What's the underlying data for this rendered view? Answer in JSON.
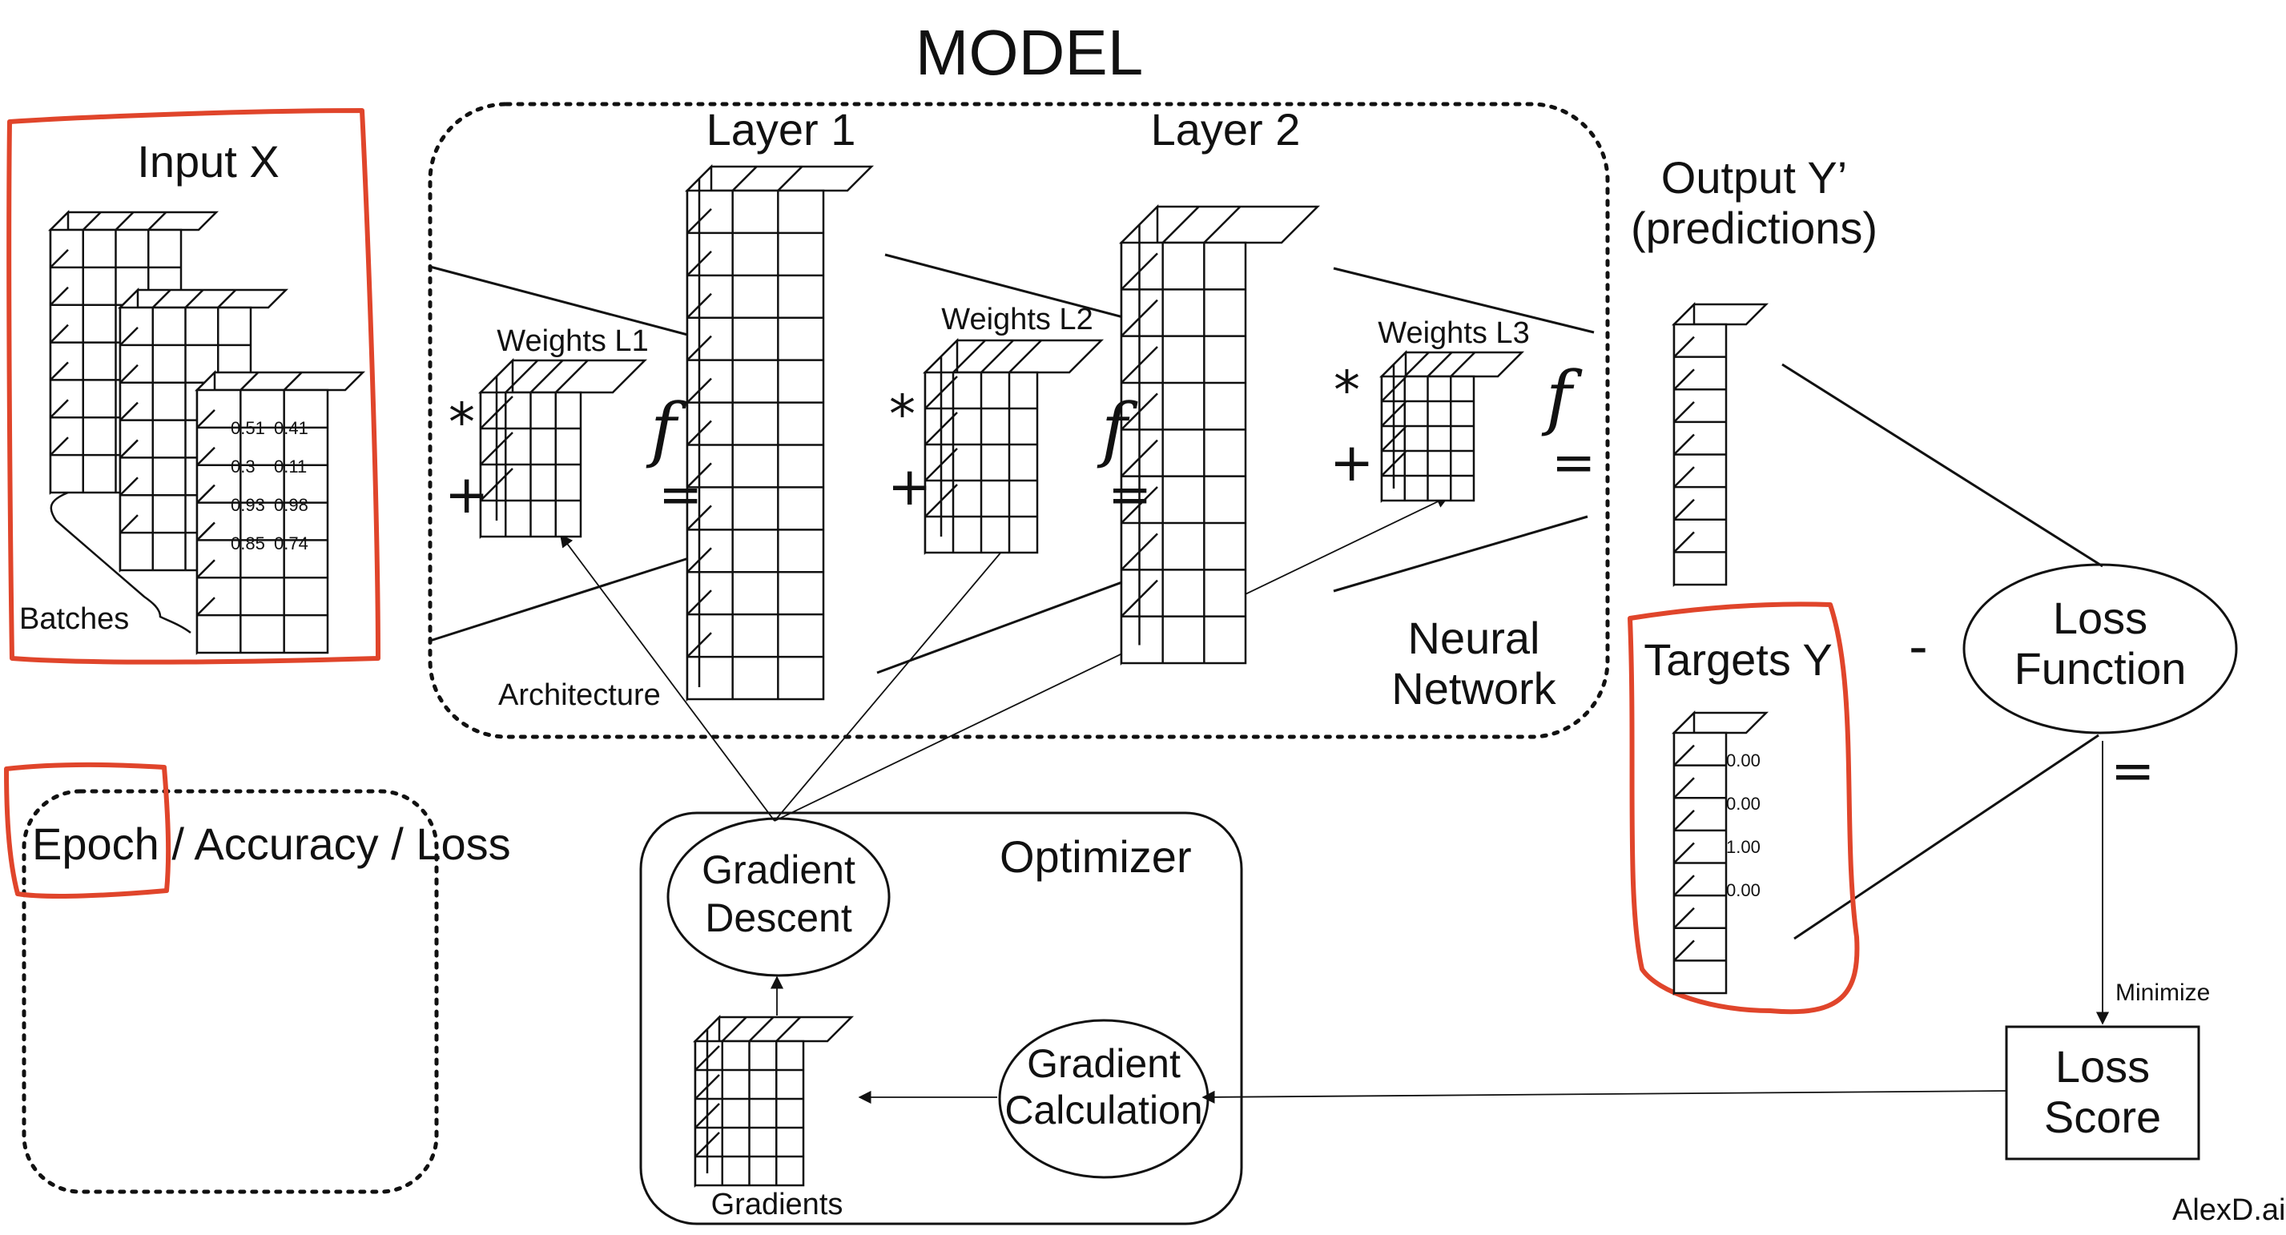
{
  "title": "MODEL",
  "input": {
    "label": "Input X",
    "batches_label": "Batches",
    "values": [
      [
        "0.51",
        "0.41"
      ],
      [
        "0.3",
        "0.11"
      ],
      [
        "0.93",
        "0.98"
      ],
      [
        "0.85",
        "0.74"
      ]
    ]
  },
  "layers": {
    "layer1": "Layer 1",
    "layer2": "Layer 2"
  },
  "weights": {
    "l1": "Weights L1",
    "l2": "Weights L2",
    "l3": "Weights L3"
  },
  "operators": {
    "multiply": "*",
    "add": "+",
    "equals": "=",
    "activation": "f",
    "minus": "-"
  },
  "output": {
    "line1": "Output Y’",
    "line2": "(predictions)"
  },
  "targets": {
    "label": "Targets Y",
    "values": [
      "0.00",
      "0.00",
      "1.00",
      "0.00"
    ]
  },
  "loss_function": {
    "line1": "Loss",
    "line2": "Function"
  },
  "loss_score": {
    "line1": "Loss",
    "line2": "Score"
  },
  "minimize_label": "Minimize",
  "architecture_label": "Architecture",
  "neural_network": {
    "line1": "Neural",
    "line2": "Network"
  },
  "optimizer": {
    "label": "Optimizer",
    "gradient_descent": {
      "line1": "Gradient",
      "line2": "Descent"
    },
    "gradient_calculation": {
      "line1": "Gradient",
      "line2": "Calculation"
    },
    "gradients_label": "Gradients"
  },
  "metrics_label": "Epoch / Accuracy / Loss",
  "credit": "AlexD.ai",
  "colors": {
    "ink": "#111111",
    "highlight": "#e0452b"
  }
}
